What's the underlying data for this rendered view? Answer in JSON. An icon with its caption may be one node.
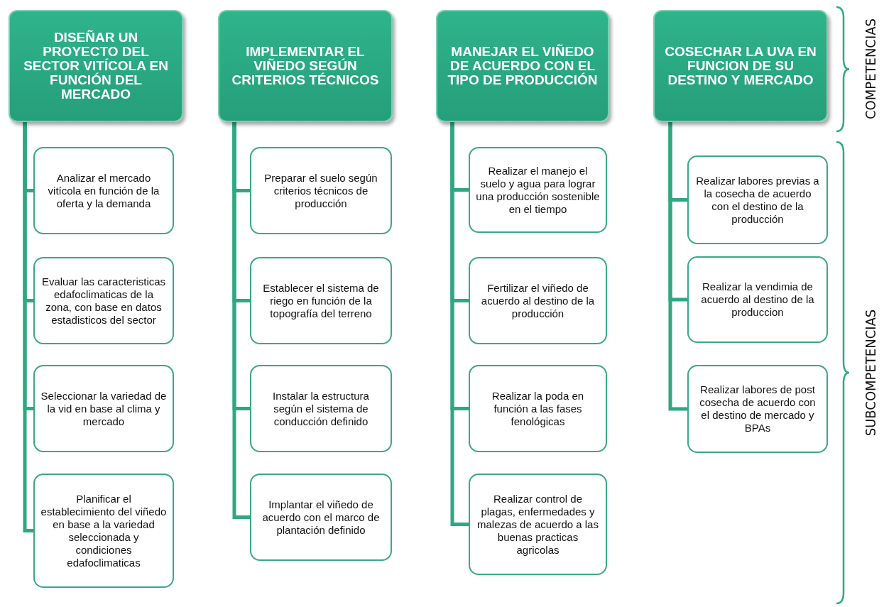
{
  "diagram": {
    "nodes": [
      {
        "text": [
          "DISEÑAR UN PROYECTO DEL SECTOR VITÍCOLA EN FUNCIÓN DEL MERCADO"
        ]
      },
      {
        "text": [
          "Analizar el mercado vitícola en función de la oferta y la demanda"
        ]
      },
      {
        "text": [
          "Evaluar las caracteristicas edafoclimaticas de la zona, con base en datos estadisticos del sector"
        ]
      },
      {
        "text": [
          "Seleccionar la variedad de la vid en base al clima y mercado"
        ]
      },
      {
        "text": [
          "Planificar el establecimiento del viñedo en base a la variedad seleccionada y condiciones edafoclimaticas"
        ]
      },
      {
        "text": [
          "IMPLEMENTAR EL VIÑEDO SEGÚN CRITERIOS TÉCNICOS"
        ]
      },
      {
        "text": [
          "Preparar el suelo según criterios técnicos de producción"
        ]
      },
      {
        "text": [
          "Establecer el sistema de riego en función de la topografía del terreno"
        ]
      },
      {
        "text": [
          "Instalar la estructura según el sistema de conducción definido"
        ]
      },
      {
        "text": [
          "Implantar el viñedo de acuerdo con el marco de plantación definido"
        ]
      },
      {
        "text": [
          "MANEJAR EL VIÑEDO DE ACUERDO CON EL TIPO DE PRODUCCIÓN"
        ]
      },
      {
        "text": [
          "Realizar el manejo el suelo y agua para lograr una producción sostenible en el tiempo"
        ]
      },
      {
        "text": [
          "Fertilizar el viñedo de acuerdo al destino de la producción"
        ]
      },
      {
        "text": [
          "Realizar la poda en función a las fases fenológicas"
        ]
      },
      {
        "text": [
          "Realizar control de plagas, enfermedades y malezas de acuerdo a las buenas practicas agricolas"
        ]
      },
      {
        "text": [
          "COSECHAR LA UVA EN FUNCION DE SU DESTINO Y MERCADO"
        ]
      },
      {
        "text": [
          "Realizar labores previas a la cosecha de acuerdo con el destino de la producción"
        ]
      },
      {
        "text": [
          "Realizar la vendimia de acuerdo al destino de la produccion"
        ]
      },
      {
        "text": [
          "Realizar labores de post cosecha de acuerdo con el destino de mercado y BPAs"
        ]
      }
    ],
    "edges": [
      {
        "from": 0,
        "to": 1,
        "arrow": "none"
      },
      {
        "from": 0,
        "to": 2,
        "arrow": "none"
      },
      {
        "from": 0,
        "to": 3,
        "arrow": "none"
      },
      {
        "from": 0,
        "to": 4,
        "arrow": "none"
      },
      {
        "from": 5,
        "to": 6,
        "arrow": "none"
      },
      {
        "from": 5,
        "to": 7,
        "arrow": "none"
      },
      {
        "from": 5,
        "to": 8,
        "arrow": "none"
      },
      {
        "from": 5,
        "to": 9,
        "arrow": "none"
      },
      {
        "from": 10,
        "to": 11,
        "arrow": "none"
      },
      {
        "from": 10,
        "to": 12,
        "arrow": "none"
      },
      {
        "from": 10,
        "to": 13,
        "arrow": "none"
      },
      {
        "from": 10,
        "to": 14,
        "arrow": "none"
      },
      {
        "from": 15,
        "to": 16,
        "arrow": "none"
      },
      {
        "from": 15,
        "to": 17,
        "arrow": "none"
      },
      {
        "from": 15,
        "to": 18,
        "arrow": "none"
      }
    ],
    "labels": [
      "COMPETENCIAS",
      "SUBCOMPETENCIAS"
    ]
  }
}
